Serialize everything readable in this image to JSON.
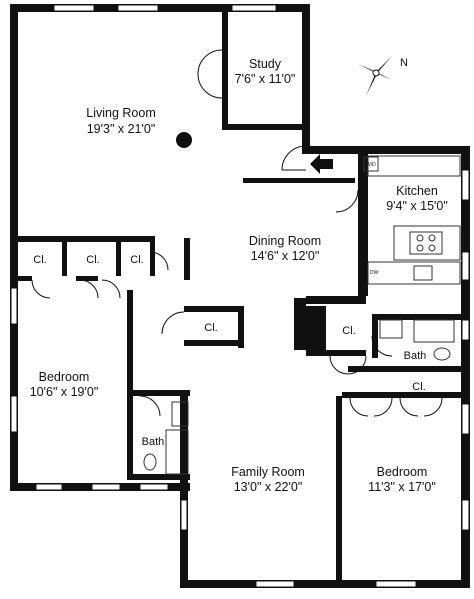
{
  "rooms": {
    "living": {
      "name": "Living Room",
      "dims": "19'3\" x 21'0\""
    },
    "study": {
      "name": "Study",
      "dims": "7'6\" x 11'0\""
    },
    "kitchen": {
      "name": "Kitchen",
      "dims": "9'4\" x 15'0\""
    },
    "dining": {
      "name": "Dining Room",
      "dims": "14'6\" x 12'0\""
    },
    "bedroom1": {
      "name": "Bedroom",
      "dims": "10'6\" x 19'0\""
    },
    "family": {
      "name": "Family Room",
      "dims": "13'0\" x 22'0\""
    },
    "bedroom2": {
      "name": "Bedroom",
      "dims": "11'3\" x 17'0\""
    }
  },
  "labels": {
    "closet": "Cl.",
    "bath": "Bath",
    "compass_n": "N",
    "appliance_wd": "W/D",
    "appliance_dw": "DW"
  },
  "colors": {
    "wall": "#111111",
    "window": "#ffffff",
    "fixture": "#333333"
  }
}
